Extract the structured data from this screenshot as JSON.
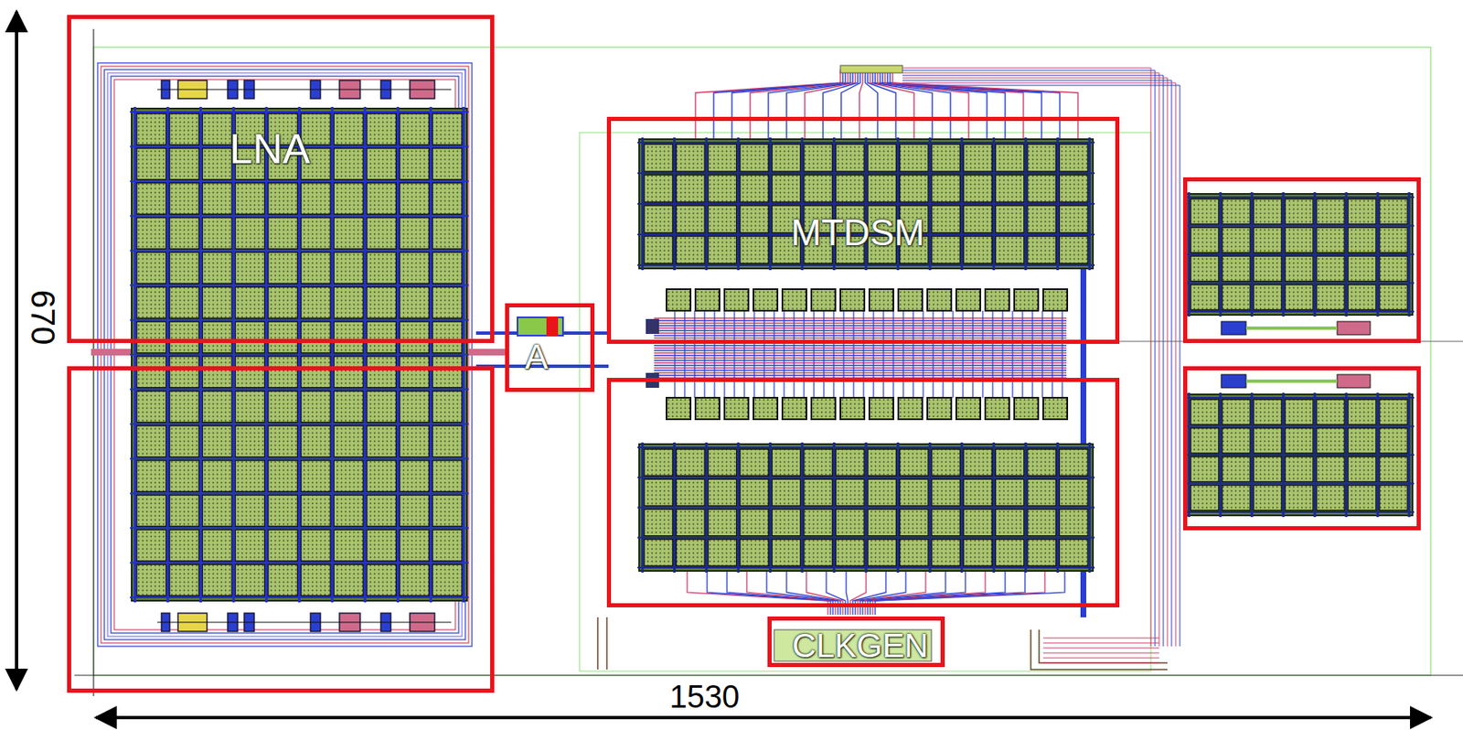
{
  "diagram": {
    "nodes": [
      {
        "text": [
          "LNA"
        ]
      },
      {
        "text": [
          "A"
        ]
      },
      {
        "text": [
          "MTDSM"
        ]
      },
      {
        "text": [
          "CLKGEN"
        ]
      }
    ],
    "labels": [
      "670",
      "1530"
    ]
  }
}
